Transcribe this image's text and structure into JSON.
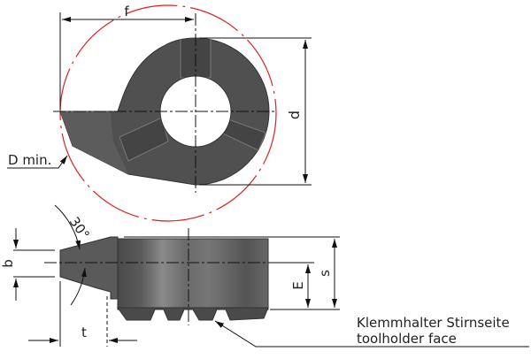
{
  "labels": {
    "f": "f",
    "d": "d",
    "d_min": "D min.",
    "angle": "30°",
    "b": "b",
    "t": "t",
    "e": "E",
    "s": "s",
    "note_de": "Klemmhalter Stirnseite",
    "note_en": "toolholder face"
  },
  "colors": {
    "body": "#555555",
    "red_circle": "#e02020",
    "lines": "#111111"
  }
}
